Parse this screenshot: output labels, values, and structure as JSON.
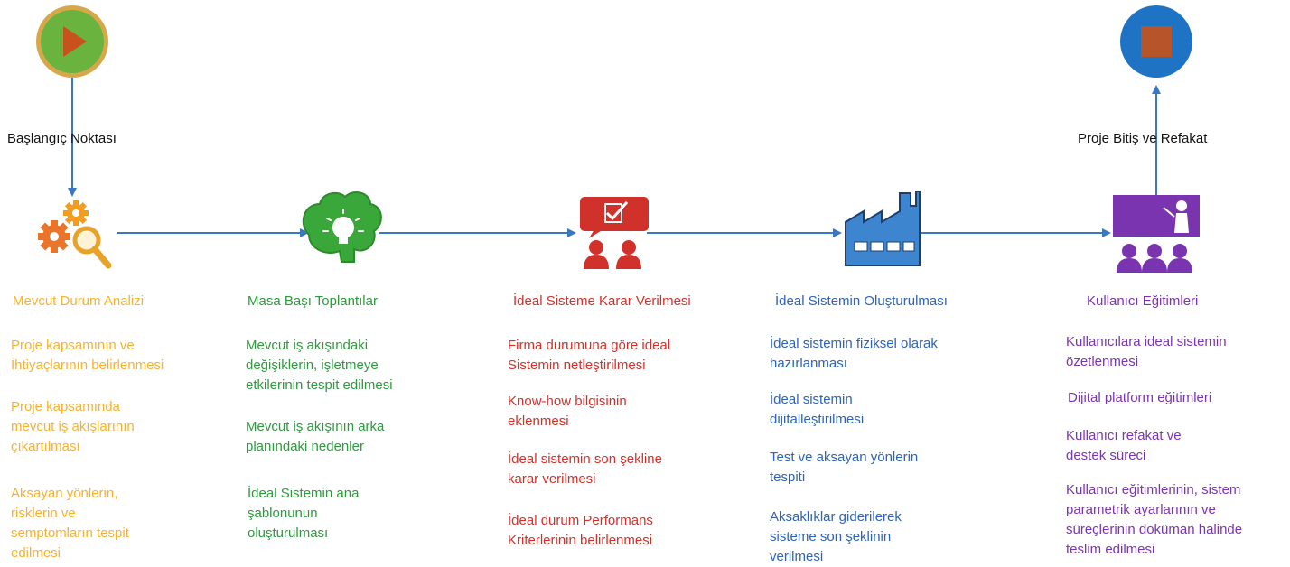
{
  "start": {
    "label": "Başlangıç Noktası"
  },
  "end": {
    "label": "Proje Bitiş ve Refakat"
  },
  "stages": [
    {
      "title": "Mevcut Durum Analizi",
      "color": "#f6b22f",
      "icon": "gears-magnifier-icon",
      "items": [
        [
          "Proje kapsamının ve",
          "İhtiyaçlarının belirlenmesi"
        ],
        [
          "Proje kapsamında",
          "mevcut iş akışlarının",
          "çıkartılması"
        ],
        [
          "Aksayan yönlerin,",
          "risklerin ve",
          "semptomların tespit",
          "edilmesi"
        ]
      ]
    },
    {
      "title": "Masa Başı Toplantılar",
      "color": "#2c9a3d",
      "icon": "brain-lightbulb-icon",
      "items": [
        [
          "Mevcut iş akışındaki",
          "değişiklerin, işletmeye",
          "etkilerinin tespit edilmesi"
        ],
        [
          "Mevcut iş akışının arka",
          "planındaki nedenler"
        ],
        [
          "İdeal Sistemin ana",
          "şablonunun",
          "oluşturulması"
        ]
      ]
    },
    {
      "title": "İdeal Sisteme Karar Verilmesi",
      "color": "#d0322b",
      "icon": "people-decision-icon",
      "items": [
        [
          "Firma durumuna göre ideal",
          "Sistemin netleştirilmesi"
        ],
        [
          "Know-how bilgisinin",
          "eklenmesi"
        ],
        [
          "İdeal sistemin son şekline",
          "karar verilmesi"
        ],
        [
          "İdeal durum Performans",
          "Kriterlerinin belirlenmesi"
        ]
      ]
    },
    {
      "title": "İdeal Sistemin Oluşturulması",
      "color": "#2e63b5",
      "icon": "factory-icon",
      "items": [
        [
          "İdeal sistemin fiziksel olarak",
          "hazırlanması"
        ],
        [
          "İdeal sistemin",
          "dijitalleştirilmesi"
        ],
        [
          "Test ve aksayan yönlerin",
          "tespiti"
        ],
        [
          "Aksaklıklar giderilerek",
          "sisteme son şeklinin",
          "verilmesi"
        ]
      ]
    },
    {
      "title": "Kullanıcı Eğitimleri",
      "color": "#7b34b0",
      "icon": "training-presentation-icon",
      "items": [
        [
          "Kullanıcılara ideal sistemin",
          "özetlenmesi"
        ],
        [
          "Dijital platform eğitimleri"
        ],
        [
          "Kullanıcı refakat ve",
          "destek süreci"
        ],
        [
          "Kullanıcı eğitimlerinin, sistem",
          "parametrik ayarlarının ve",
          "süreçlerinin doküman halinde",
          "teslim edilmesi"
        ]
      ]
    }
  ],
  "colors": {
    "arrow": "#3a78c3",
    "start_fill": "#6ab33f",
    "start_ring": "#d7a84a",
    "start_triangle": "#c8521f",
    "end_fill": "#1f73c4",
    "end_square": "#b6542a"
  }
}
